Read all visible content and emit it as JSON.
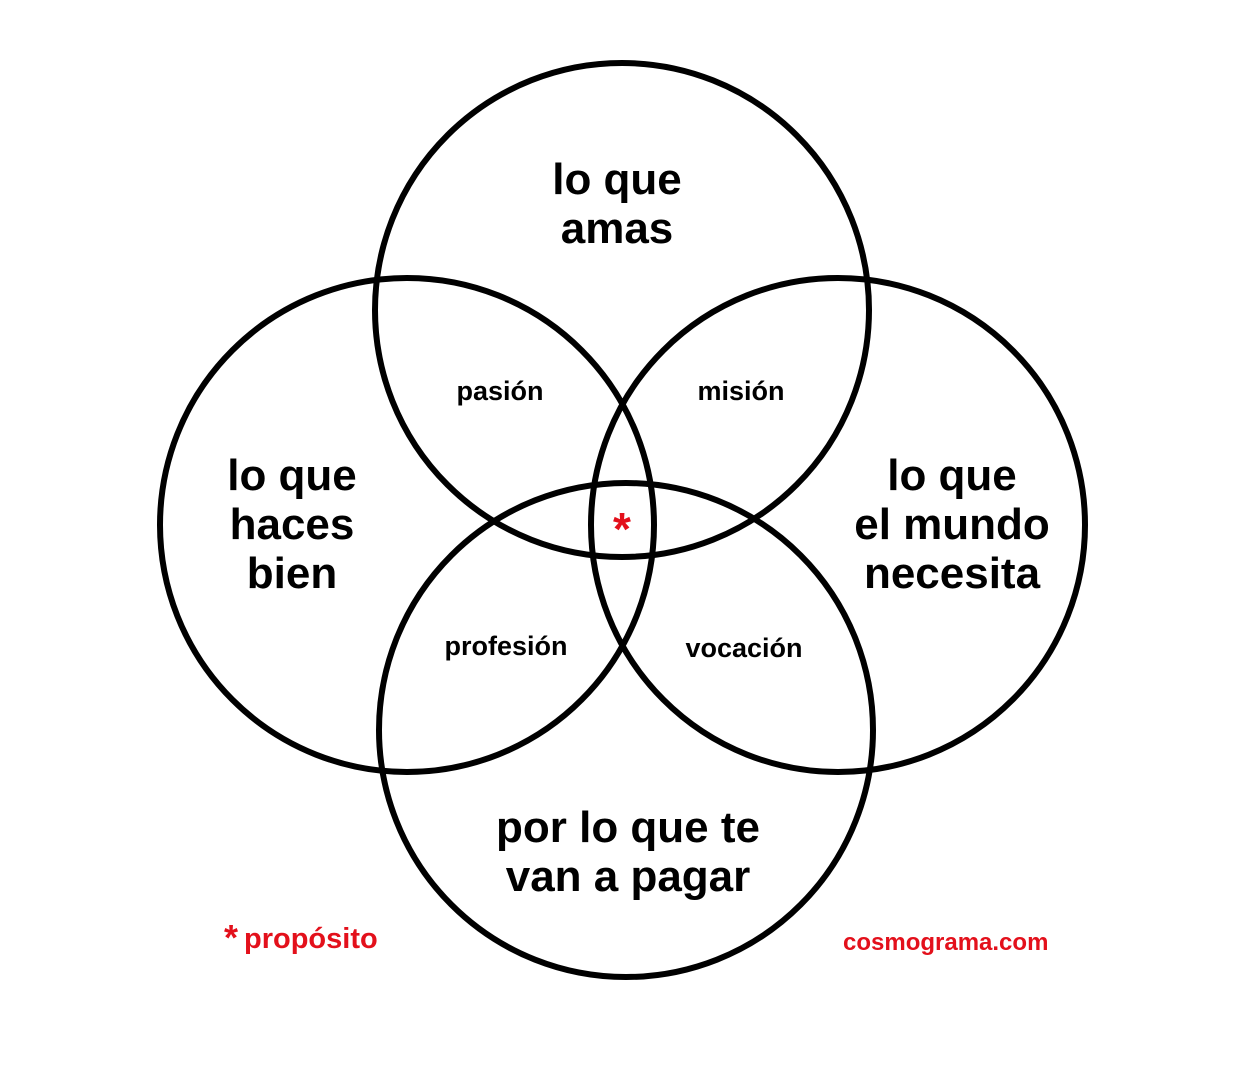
{
  "diagram": {
    "type": "venn-4",
    "circles": [
      {
        "id": "top",
        "label_lines": [
          "lo que",
          "amas"
        ]
      },
      {
        "id": "left",
        "label_lines": [
          "lo que",
          "haces",
          "bien"
        ]
      },
      {
        "id": "right",
        "label_lines": [
          "lo que",
          "el mundo",
          "necesita"
        ]
      },
      {
        "id": "bottom",
        "label_lines": [
          "por lo que te",
          "van a pagar"
        ]
      }
    ],
    "intersections": {
      "top_left": "pasión",
      "top_right": "misión",
      "bottom_left": "profesión",
      "bottom_right": "vocación",
      "center": "*"
    },
    "legend": {
      "asterisk": "*",
      "label": "propósito"
    },
    "credit": "cosmograma.com",
    "colors": {
      "stroke": "#000000",
      "accent": "#e3101b",
      "background": "#ffffff"
    }
  }
}
